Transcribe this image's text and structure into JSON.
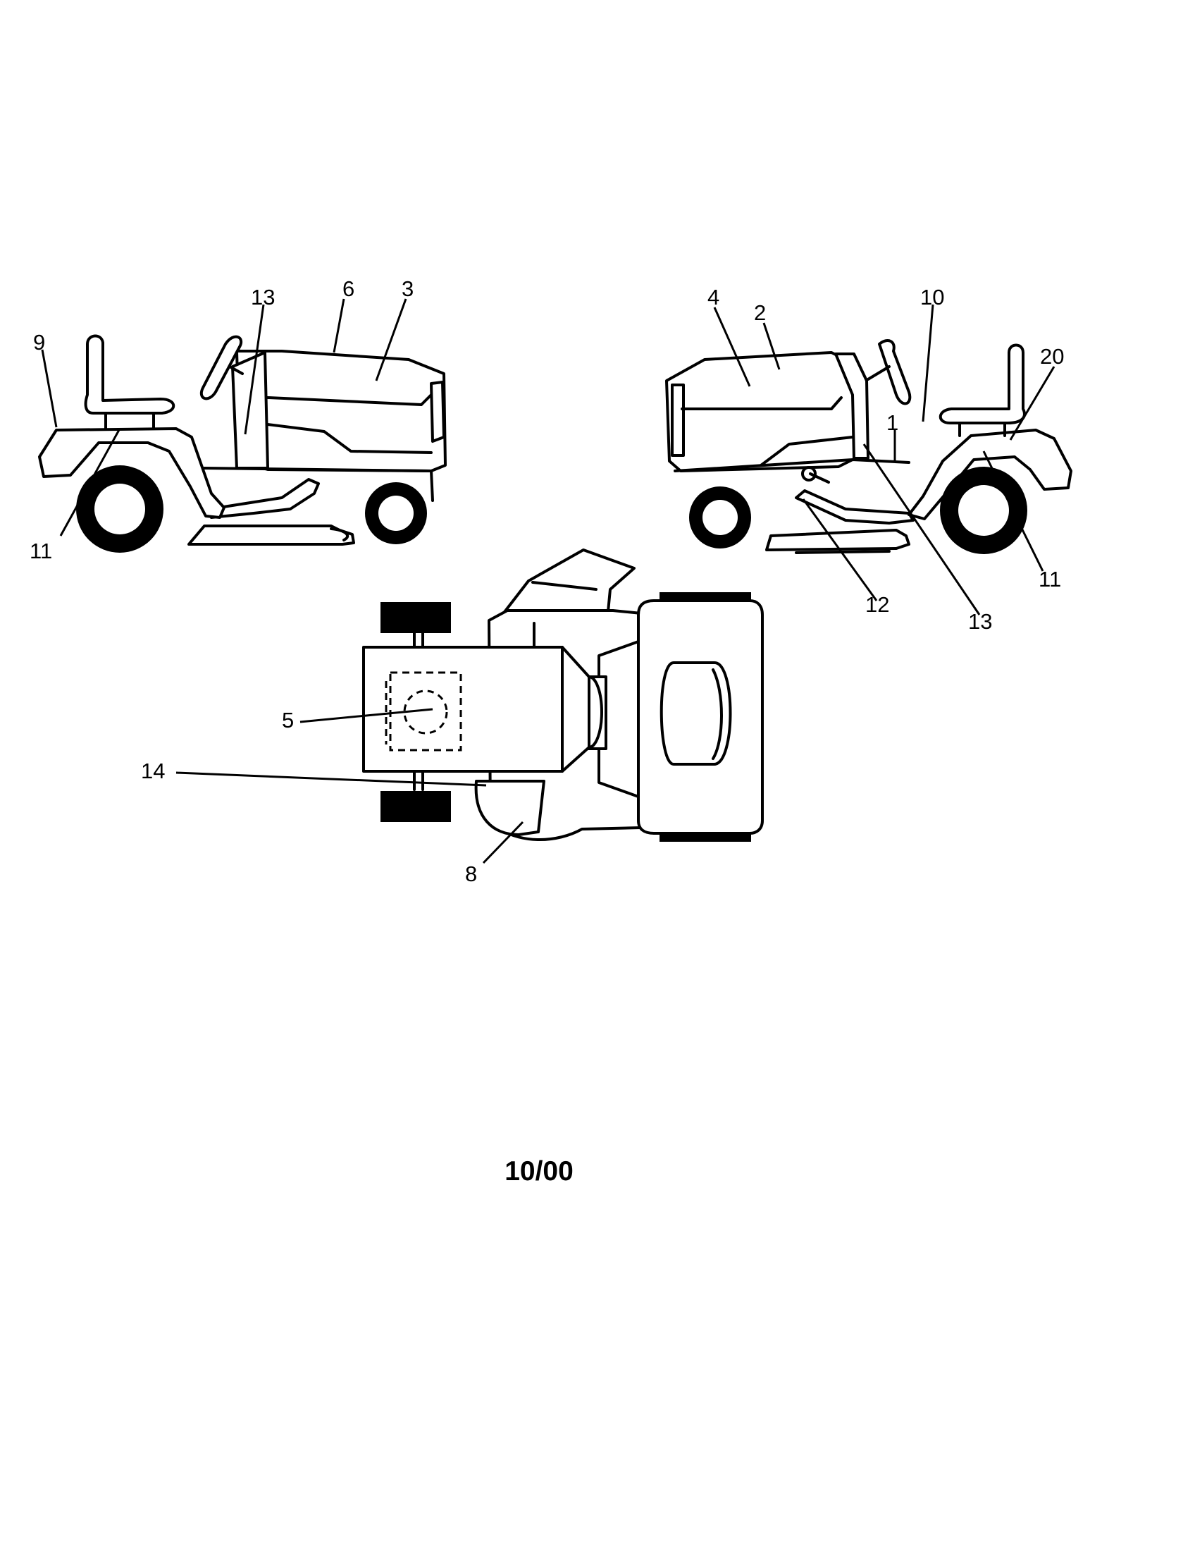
{
  "callouts_left": [
    "9",
    "13",
    "6",
    "3",
    "11"
  ],
  "callouts_right": [
    "4",
    "2",
    "10",
    "20",
    "1",
    "12",
    "13",
    "11"
  ],
  "callouts_top": [
    "5",
    "14",
    "8"
  ],
  "date_code": "10/00"
}
